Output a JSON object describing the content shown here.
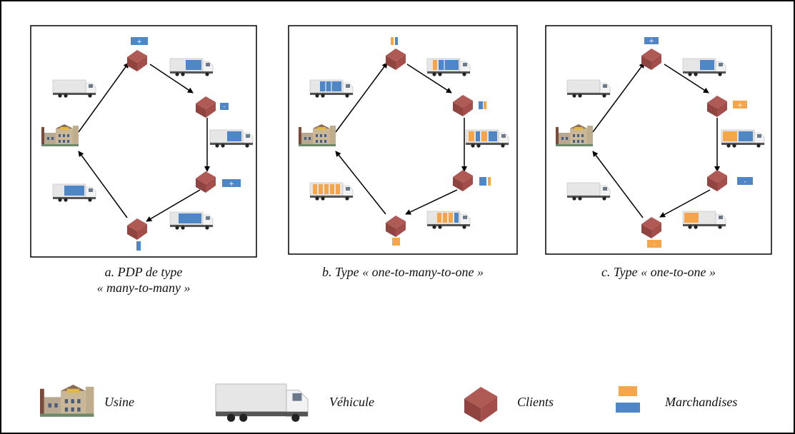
{
  "colors": {
    "blue_goods": "#4f86c6",
    "orange_goods": "#f5a54a",
    "house": "#a85450",
    "house_dark": "#7d3a36",
    "truck_body": "#e8e8e8",
    "truck_cab": "#f2f2f2",
    "frame": "#000000"
  },
  "icons": [
    "factory-icon",
    "truck-icon",
    "house-icon",
    "goods-icon"
  ],
  "panels": [
    {
      "id": "a",
      "caption_line1": "a.  PDP de type",
      "caption_line2": "« many-to-many »",
      "signs": {
        "top": "+",
        "right_upper": "-",
        "right_lower": "+",
        "bottom": ""
      }
    },
    {
      "id": "b",
      "caption_line1": "b. Type « one-to-many-to-one »",
      "caption_line2": ""
    },
    {
      "id": "c",
      "caption_line1": "c. Type « one-to-one »",
      "caption_line2": "",
      "signs": {
        "top": "+",
        "right_upper": "+",
        "right_lower": "-",
        "bottom": "-"
      }
    }
  ],
  "legend": {
    "factory": "Usine",
    "vehicle": "Véhicule",
    "clients": "Clients",
    "goods": "Marchandises"
  }
}
